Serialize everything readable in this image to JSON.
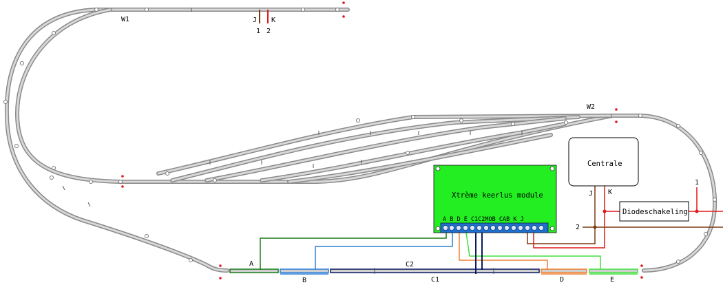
{
  "colors": {
    "rail": "#8a8a8a",
    "rail_fill": "#d0d0d0",
    "module": "#22ee22",
    "terminal": "#1f6fd1",
    "red": "#e01818",
    "brown": "#7a3a10",
    "green": "#187a18",
    "blue": "#2b7fd6",
    "navy": "#0a1a60",
    "orange": "#f08030",
    "lightgreen": "#40e040"
  },
  "labels": {
    "w1": "W1",
    "w2": "W2",
    "j_top": "J",
    "k_top": "K",
    "one_top": "1",
    "two_top": "2",
    "centrale": "Centrale",
    "centrale_j": "J",
    "centrale_k": "K",
    "module_title": "Xtrème keerlus module",
    "module_terms": "A B D E C1C2MOB CAB K  J",
    "diode": "Diodeschakeling",
    "one_right": "1",
    "two_mid": "2",
    "sec_a": "A",
    "sec_b": "B",
    "sec_c1": "C1",
    "sec_c2": "C2",
    "sec_d": "D",
    "sec_e": "E"
  }
}
